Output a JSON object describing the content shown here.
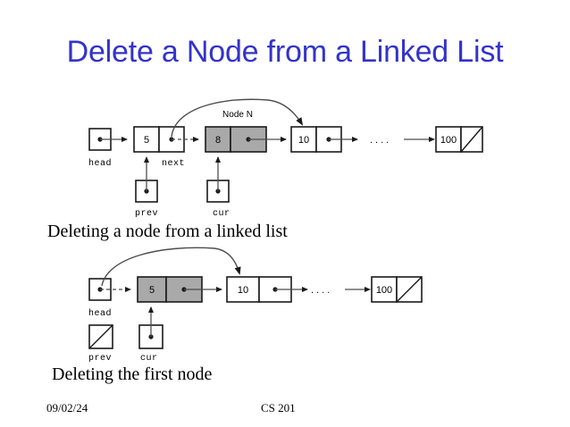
{
  "slide": {
    "title": "Delete a Node from a Linked List",
    "background_color": "#ffffff",
    "title_color": "#3333cc"
  },
  "figures": [
    {
      "id": "delete-middle-node",
      "caption": "Deleting a node from a linked list",
      "node_n_label": "Node N",
      "head_label": "head",
      "next_label": "next",
      "prev_label": "prev",
      "cur_label": "cur",
      "ellipsis": "....",
      "shaded_color": "#a9a9a9",
      "nodes": [
        {
          "value": "5",
          "shaded": false
        },
        {
          "value": "8",
          "shaded": true
        },
        {
          "value": "10",
          "shaded": false
        },
        {
          "value": "100",
          "shaded": false,
          "null_next": true
        }
      ],
      "prev_is_null": false,
      "cur_is_null": false
    },
    {
      "id": "delete-first-node",
      "caption": "Deleting the first node",
      "head_label": "head",
      "prev_label": "prev",
      "cur_label": "cur",
      "ellipsis": "....",
      "shaded_color": "#a9a9a9",
      "nodes": [
        {
          "value": "5",
          "shaded": true
        },
        {
          "value": "10",
          "shaded": false
        },
        {
          "value": "100",
          "shaded": false,
          "null_next": true
        }
      ],
      "prev_is_null": true,
      "cur_is_null": false
    }
  ],
  "footer": {
    "date": "09/02/24",
    "course": "CS 201"
  }
}
